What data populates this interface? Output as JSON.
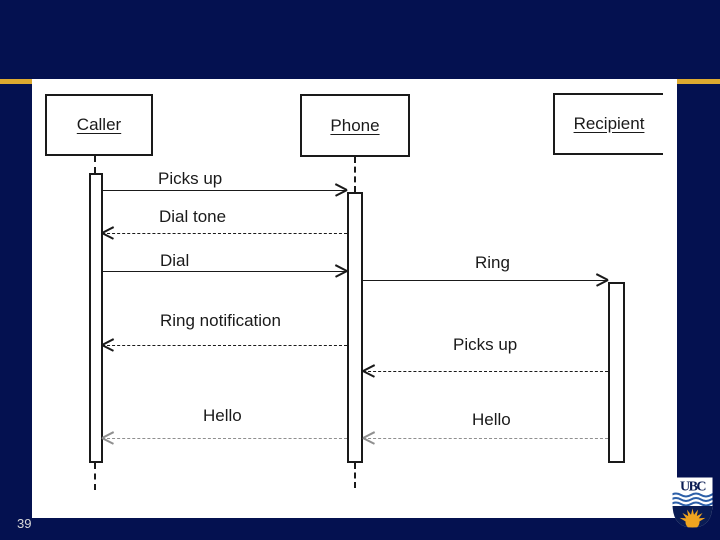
{
  "slide": {
    "number": "39"
  },
  "theme": {
    "navy": "#041150",
    "gold": "#ddaa30",
    "canvas": "#ffffff",
    "line": "#1a1a1a",
    "hello_gray": "#8f8f8f"
  },
  "logo": {
    "text": "UBC"
  },
  "diagram": {
    "participants": [
      {
        "name": "Caller"
      },
      {
        "name": "Phone"
      },
      {
        "name": "Recipient"
      }
    ],
    "messages": [
      {
        "label": "Picks up",
        "from": "Caller",
        "to": "Phone",
        "style": "solid"
      },
      {
        "label": "Dial tone",
        "from": "Phone",
        "to": "Caller",
        "style": "dashed"
      },
      {
        "label": "Dial",
        "from": "Caller",
        "to": "Phone",
        "style": "solid"
      },
      {
        "label": "Ring",
        "from": "Phone",
        "to": "Recipient",
        "style": "solid"
      },
      {
        "label": "Ring notification",
        "from": "Phone",
        "to": "Caller",
        "style": "dashed"
      },
      {
        "label": "Picks up",
        "from": "Recipient",
        "to": "Phone",
        "style": "dashed"
      },
      {
        "label": "Hello",
        "from": "Phone",
        "to": "Caller",
        "style": "dashed-gray"
      },
      {
        "label": "Hello",
        "from": "Recipient",
        "to": "Phone",
        "style": "dashed-gray"
      }
    ]
  }
}
